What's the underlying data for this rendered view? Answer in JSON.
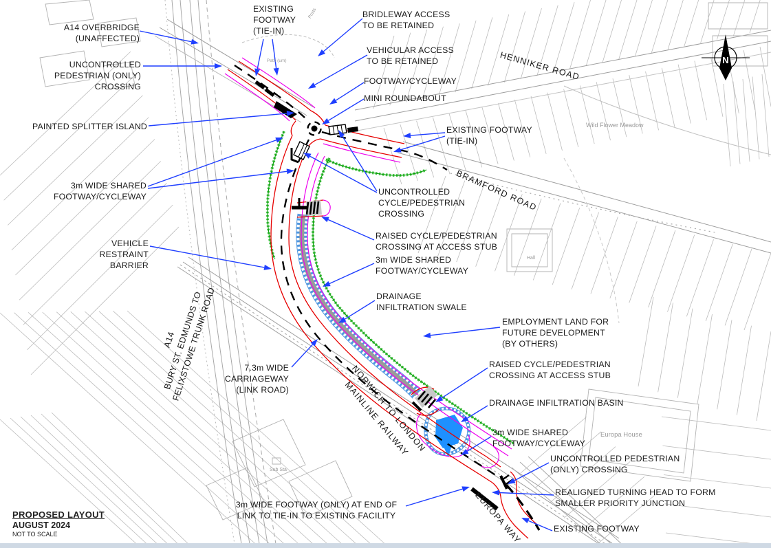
{
  "title_block": {
    "title": "PROPOSED LAYOUT",
    "date": "AUGUST 2024",
    "scale_note": "NOT TO SCALE"
  },
  "north_indicator": {
    "letter": "N"
  },
  "road_names": {
    "henniker": "HENNIKER ROAD",
    "bramford": "BRAMFORD ROAD",
    "europa": "EUROPA WAY",
    "railway": "NORWICH TO LONDON\nMAINLINE RAILWAY",
    "a14": "A14",
    "a14_route": "BURY ST. EDMUNDS TO\nFELIXSTOWE TRUNK ROAD"
  },
  "map_texts": {
    "wild_flower_meadow": "Wild Flower Meadow",
    "europa_house": "Europa House",
    "hall": "Hall",
    "sub_sta": "Sub Sta",
    "path_um": "Path (um)",
    "posts": "Posts"
  },
  "annotations": {
    "existing_footway_tiein_top": "EXISTING\nFOOTWAY\n(TIE-IN)",
    "bridleway_access": "BRIDLEWAY ACCESS\nTO BE RETAINED",
    "a14_overbridge": "A14 OVERBRIDGE\n(UNAFFECTED)",
    "vehicular_access": "VEHICULAR ACCESS\nTO BE RETAINED",
    "uncontrolled_pedestrian_crossing_north": "UNCONTROLLED\nPEDESTRIAN (ONLY)\nCROSSING",
    "footway_cycleway": "FOOTWAY/CYCLEWAY",
    "mini_roundabout": "MINI ROUNDABOUT",
    "painted_splitter_island": "PAINTED SPLITTER ISLAND",
    "existing_footway_tiein_east": "EXISTING FOOTWAY\n(TIE-IN)",
    "shared_footway_west": "3m WIDE SHARED\nFOOTWAY/CYCLEWAY",
    "uncontrolled_cycle_pedestrian_crossing": "UNCONTROLLED\nCYCLE/PEDESTRIAN\nCROSSING",
    "raised_crossing_north": "RAISED CYCLE/PEDESTRIAN\nCROSSING AT ACCESS STUB",
    "shared_footway_mid": "3m WIDE SHARED\nFOOTWAY/CYCLEWAY",
    "drainage_infiltration_swale": "DRAINAGE\nINFILTRATION SWALE",
    "vehicle_restraint_barrier": "VEHICLE\nRESTRAINT\nBARRIER",
    "employment_land": "EMPLOYMENT LAND FOR\nFUTURE DEVELOPMENT\n(BY OTHERS)",
    "carriageway": "7.3m WIDE\nCARRIAGEWAY\n(LINK ROAD)",
    "raised_crossing_south": "RAISED CYCLE/PEDESTRIAN\nCROSSING AT ACCESS STUB",
    "drainage_infiltration_basin": "DRAINAGE INFILTRATION BASIN",
    "shared_footway_south": "3m WIDE SHARED\nFOOTWAY/CYCLEWAY",
    "uncontrolled_pedestrian_crossing_south": "UNCONTROLLED PEDESTRIAN\n(ONLY) CROSSING",
    "footway_only_tiein": "3m WIDE FOOTWAY (ONLY) AT END OF\nLINK TO TIE-IN TO EXISTING FACILITY",
    "realigned_turning_head": "REALIGNED TURNING HEAD TO FORM\nSMALLER PRIORITY JUNCTION",
    "existing_footway_south": "EXISTING FOOTWAY"
  },
  "legend_colors": {
    "proposed_kerb": "#e60000",
    "footway_cycleway_edge": "#ee00ee",
    "landscaping": "#00b400",
    "drainage": "#1e90ff",
    "leader_arrow": "#1f3fff",
    "existing_linework": "#b3b3b3"
  }
}
